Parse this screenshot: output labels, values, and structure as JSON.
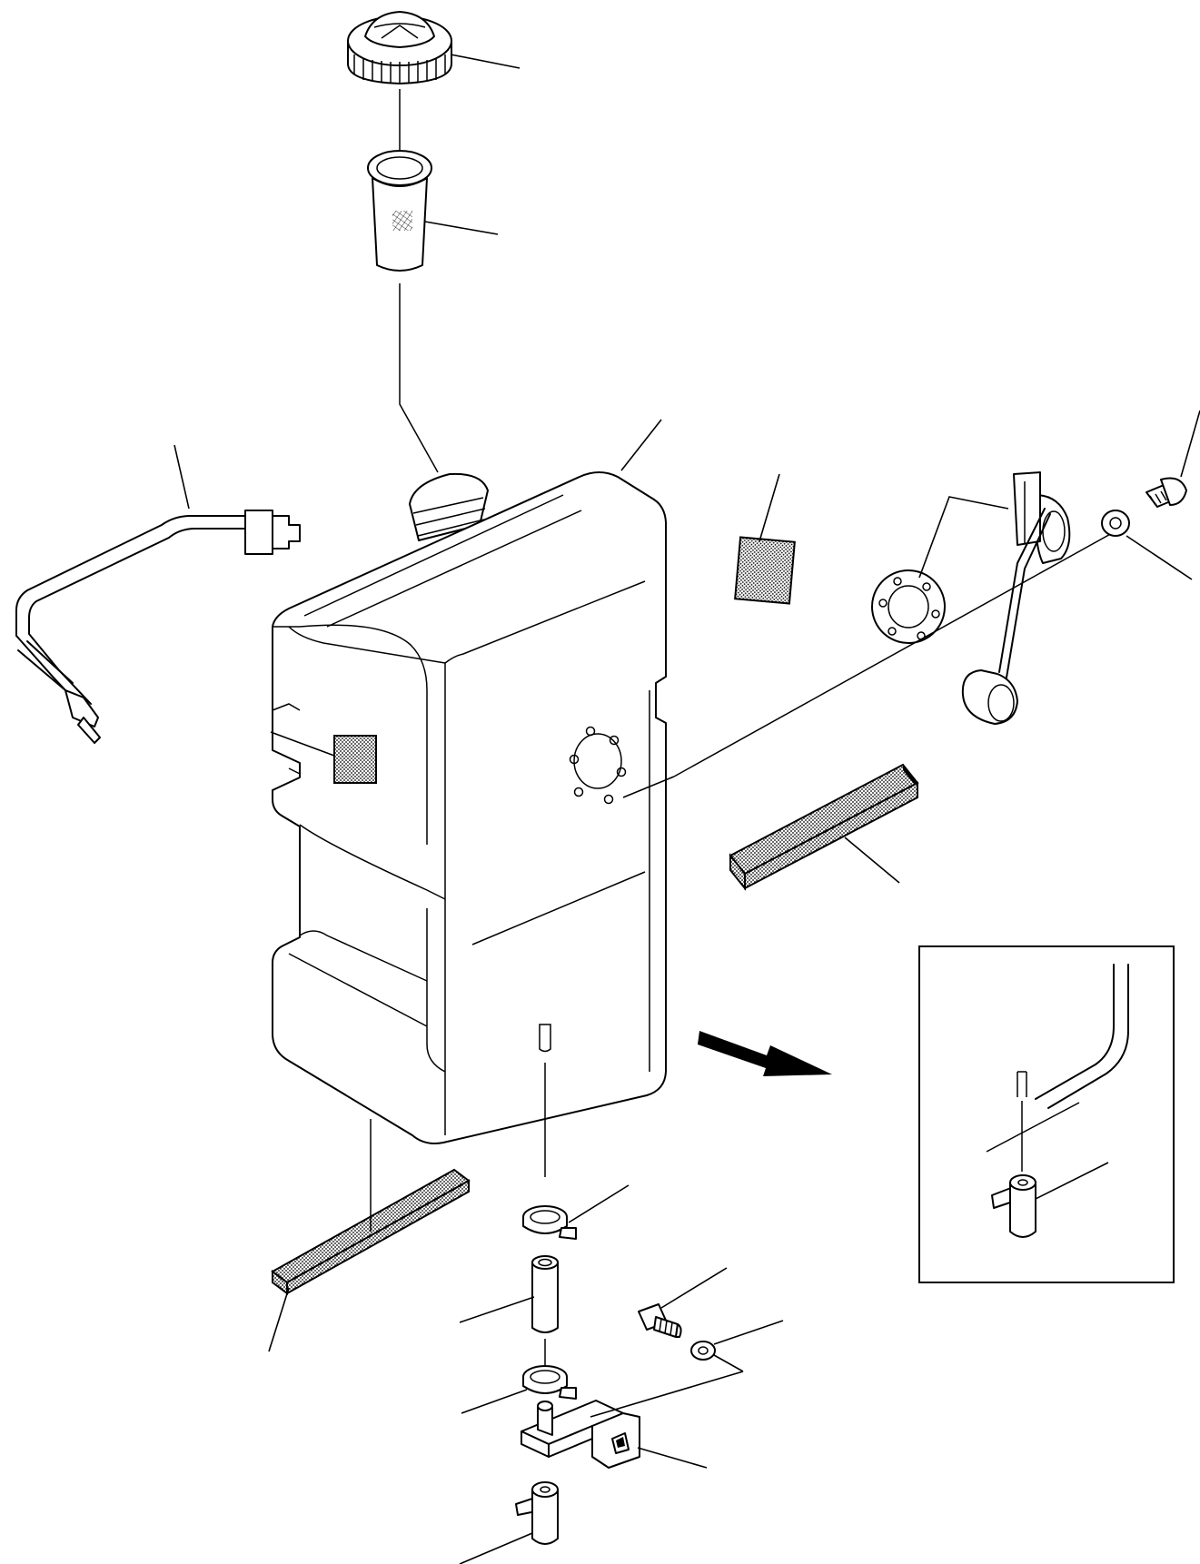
{
  "diagram": {
    "type": "exploded-parts-drawing",
    "subject": "fuel-tank-assembly",
    "colors": {
      "line": "#000000",
      "background": "#ffffff",
      "pad_fill": "#555555"
    },
    "parts": [
      {
        "name": "filler-cap"
      },
      {
        "name": "filler-strainer"
      },
      {
        "name": "fuel-tank"
      },
      {
        "name": "fuel-pipe-assembly"
      },
      {
        "name": "side-pad"
      },
      {
        "name": "top-pad"
      },
      {
        "name": "fuel-gauge-sender"
      },
      {
        "name": "gasket-ring"
      },
      {
        "name": "screw"
      },
      {
        "name": "washer"
      },
      {
        "name": "foam-strip-right"
      },
      {
        "name": "foam-strip-bottom"
      },
      {
        "name": "hose-clamp-upper"
      },
      {
        "name": "drain-hose"
      },
      {
        "name": "hose-clamp-lower"
      },
      {
        "name": "bolt"
      },
      {
        "name": "lock-washer"
      },
      {
        "name": "drain-bracket"
      },
      {
        "name": "drain-plug"
      },
      {
        "name": "detail-view"
      },
      {
        "name": "direction-arrow"
      }
    ]
  }
}
